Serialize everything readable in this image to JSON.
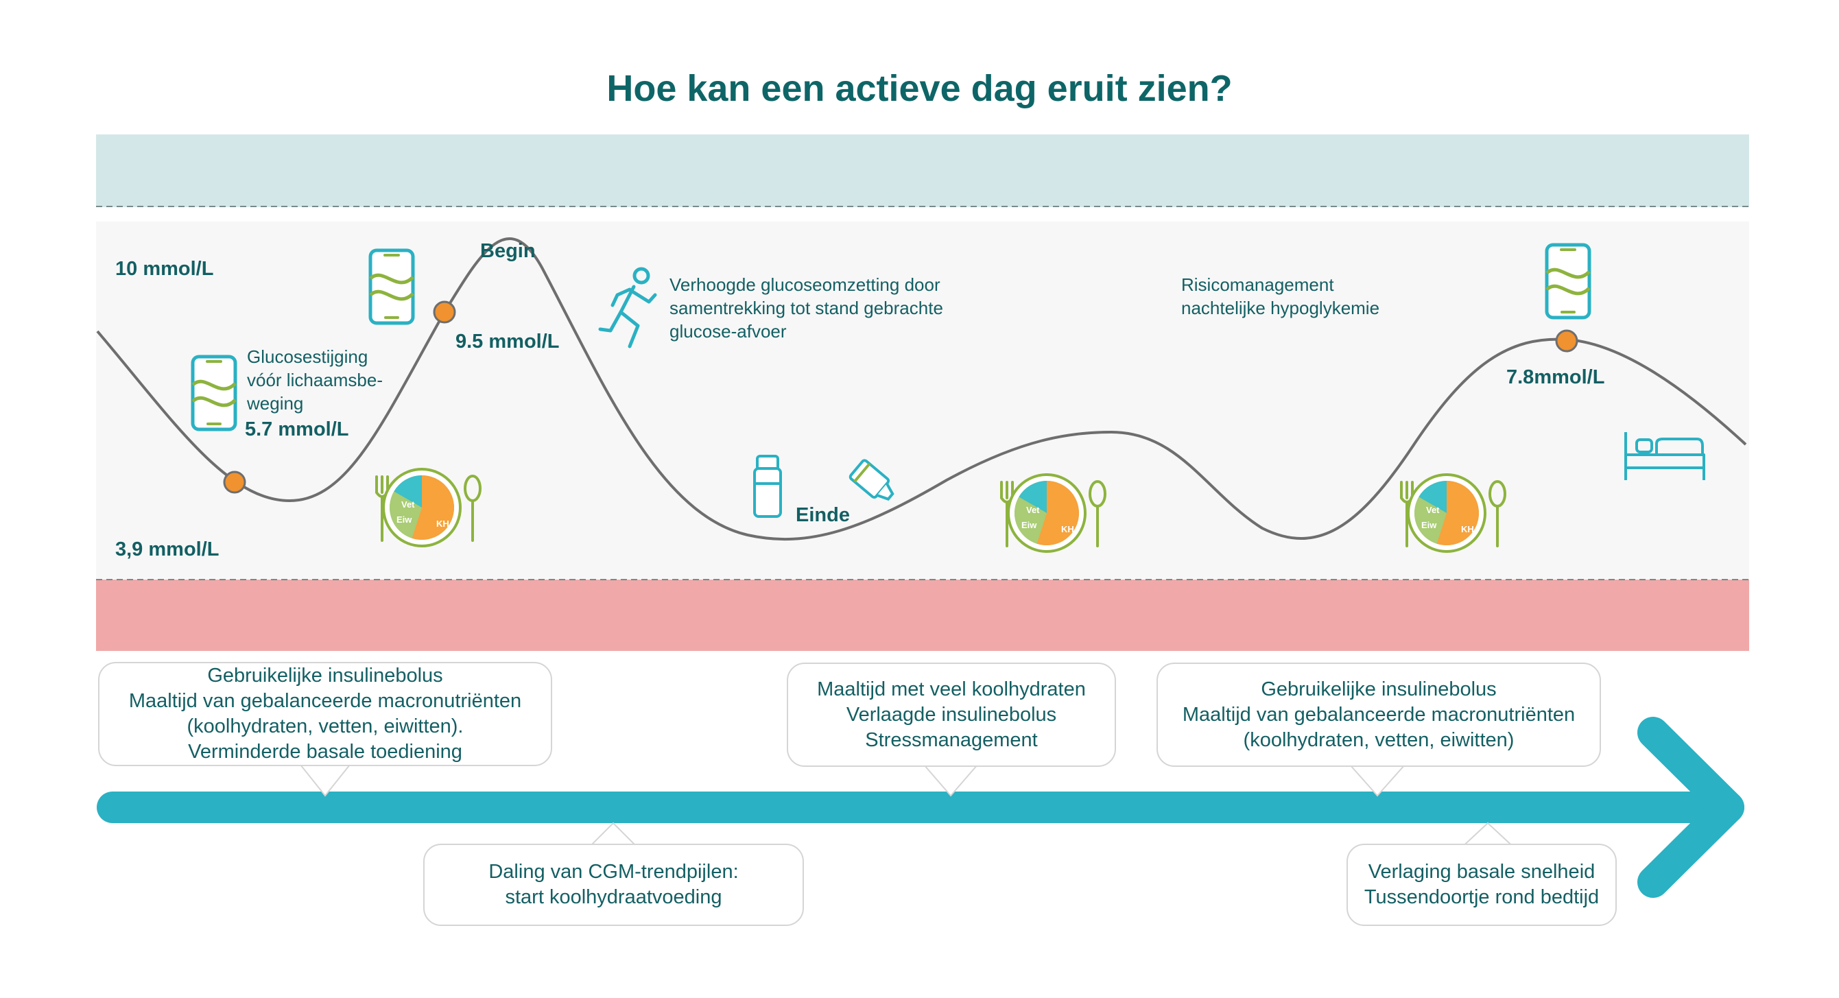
{
  "title": "Hoe kan een actieve dag eruit zien?",
  "colors": {
    "high_zone": "#d4e7e8",
    "range_zone": "#f7f7f7",
    "low_zone": "#f0a9a8",
    "accent": "#2ab1c3",
    "curve": "#6e6e6e",
    "marker": "#f0922f",
    "icon_green": "#8db33e",
    "text": "#135f63"
  },
  "range_labels": {
    "upper": "10 mmol/L",
    "lower": "3,9 mmol/L"
  },
  "annotations": {
    "point1_note": [
      "Glucosestijging",
      "vóór lichaamsbe-",
      "weging"
    ],
    "point1_value": "5.7 mmol/L",
    "begin": "Begin",
    "point2_value": "9.5 mmol/L",
    "exercise_note": [
      "Verhoogde glucoseomzetting door",
      "samentrekking tot stand gebrachte",
      "glucose-afvoer"
    ],
    "einde": "Einde",
    "night_note": [
      "Risicomanagement",
      "nachtelijke hypoglykemie"
    ],
    "point3_value": "7.8mmol/L"
  },
  "plate_labels": {
    "fat": "Vet",
    "protein": "Eiw",
    "carbs": "KH"
  },
  "icons": [
    "phone-icon",
    "runner-icon",
    "bottle-icon",
    "gel-icon",
    "plate-icon",
    "fork-icon",
    "spoon-icon",
    "bed-icon"
  ],
  "callouts": {
    "c1": [
      "Gebruikelijke insulinebolus",
      "Maaltijd van gebalanceerde macronutriënten",
      "(koolhydraten, vetten, eiwitten).",
      "Verminderde basale toediening"
    ],
    "c2": [
      "Daling van CGM-trendpijlen:",
      "start koolhydraatvoeding"
    ],
    "c3": [
      "Maaltijd met veel koolhydraten",
      "Verlaagde insulinebolus",
      "Stressmanagement"
    ],
    "c4": [
      "Gebruikelijke insulinebolus",
      "Maaltijd van gebalanceerde macronutriënten",
      "(koolhydraten, vetten, eiwitten)"
    ],
    "c5": [
      "Verlaging basale snelheid",
      "Tussendoortje rond bedtijd"
    ]
  }
}
